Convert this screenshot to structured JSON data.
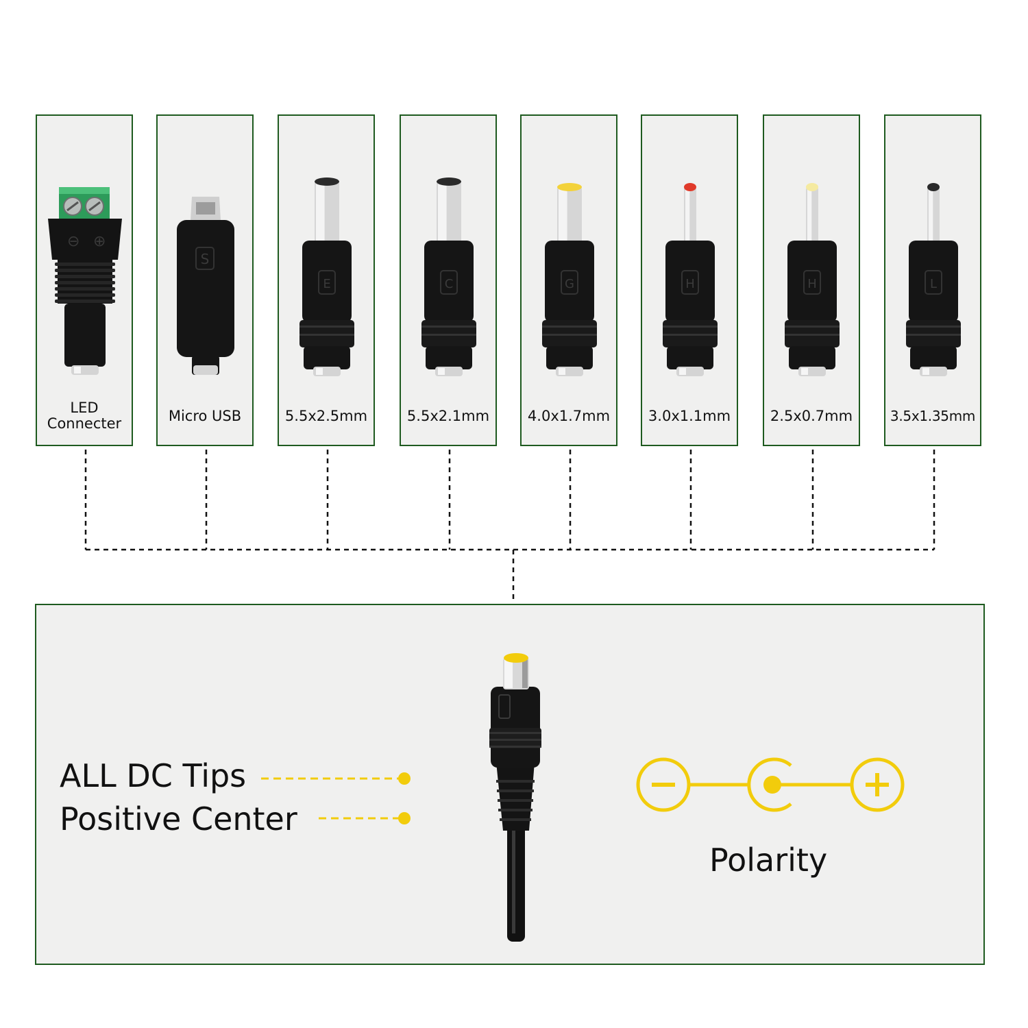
{
  "tips": [
    {
      "label": "LED\nConnecter",
      "kind": "led"
    },
    {
      "label": "Micro USB",
      "kind": "usb",
      "mark": "S"
    },
    {
      "label": "5.5x2.5mm",
      "kind": "barrel",
      "mark": "E",
      "tip_color": "#2a2a2a"
    },
    {
      "label": "5.5x2.1mm",
      "kind": "barrel",
      "mark": "C",
      "tip_color": "#2a2a2a"
    },
    {
      "label": "4.0x1.7mm",
      "kind": "barrel",
      "mark": "G",
      "tip_color": "#f3d23a"
    },
    {
      "label": "3.0x1.1mm",
      "kind": "barrel",
      "mark": "H",
      "tip_color": "#e03a2a"
    },
    {
      "label": "2.5x0.7mm",
      "kind": "barrel",
      "mark": "H",
      "tip_color": "#f5eaa0"
    },
    {
      "label": "3.5x1.35mm",
      "kind": "barrel",
      "mark": "L",
      "tip_color": "#2a2a2a"
    }
  ],
  "notes": {
    "line1": "ALL DC Tips",
    "line2": "Positive Center"
  },
  "polarity": {
    "label": "Polarity",
    "minus_symbol": "−",
    "plus_symbol": "+"
  },
  "colors": {
    "frame_green": "#1e5a1f",
    "panel_bg": "#f0f0ef",
    "accent_yellow": "#f2cc0c",
    "plug_black": "#151515"
  }
}
